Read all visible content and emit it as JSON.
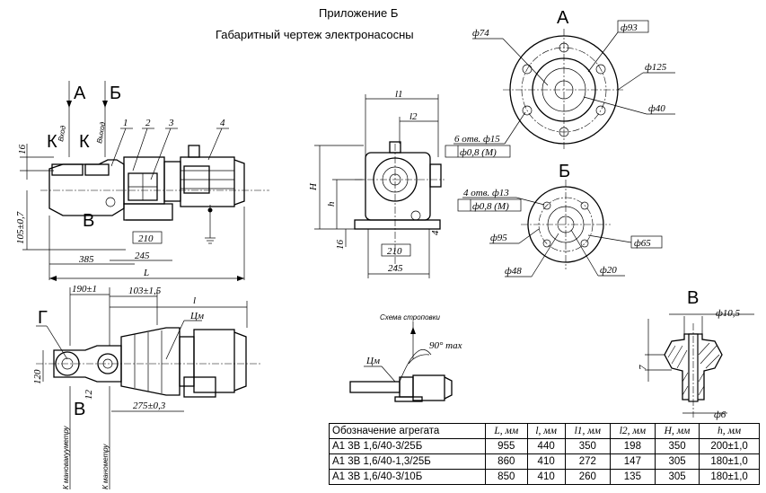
{
  "header": {
    "appendix": "Приложение Б",
    "title": "Габаритный чертеж электронасосны"
  },
  "views": {
    "view_a": "А",
    "view_b": "Б",
    "view_v": "В",
    "view_g": "Г",
    "label_k": "К",
    "inlet": "Вход",
    "outlet": "Выход",
    "callouts": [
      "1",
      "2",
      "3",
      "4"
    ],
    "sling_scheme": "Схема строповки",
    "angle": "90° max",
    "cm": "Цм",
    "to_vacuum_gauge": "К мановакууметру",
    "to_manometer": "К манометру"
  },
  "dimensions": {
    "d16": "16",
    "d105": "105±0,7",
    "d210": "210",
    "d245": "245",
    "d385": "385",
    "dL": "L",
    "d190": "190±1",
    "d103": "103±1,5",
    "dl": "l",
    "d120": "120",
    "d12": "12",
    "d275": "275±0,3",
    "dl1": "l1",
    "dl2": "l2",
    "dH": "H",
    "dh": "h",
    "d16b": "16",
    "d4": "4",
    "d210b": "210",
    "d245b": "245",
    "d7": "7"
  },
  "flange_a": {
    "phi74": "ф74",
    "phi93": "ф93",
    "phi125": "ф125",
    "phi40": "ф40",
    "holes": "6 отв. ф15",
    "tolerance": "ф0,8 (M)"
  },
  "flange_b": {
    "holes": "4 отв. ф13",
    "tolerance": "ф0,8 (M)",
    "phi95": "ф95",
    "phi65": "ф65",
    "phi48": "ф48",
    "phi20": "ф20"
  },
  "detail_v": {
    "phi105": "ф10,5",
    "phi6": "ф6"
  },
  "table": {
    "headers": [
      "Обозначение агрегата",
      "L, мм",
      "l, мм",
      "l1, мм",
      "l2, мм",
      "H, мм",
      "h, мм"
    ],
    "rows": [
      [
        "А1 3В 1,6/40-3/25Б",
        "955",
        "440",
        "350",
        "198",
        "350",
        "200±1,0"
      ],
      [
        "А1 3В 1,6/40-1,3/25Б",
        "860",
        "410",
        "272",
        "147",
        "305",
        "180±1,0"
      ],
      [
        "А1 3В 1,6/40-3/10Б",
        "850",
        "410",
        "260",
        "135",
        "305",
        "180±1,0"
      ]
    ]
  }
}
